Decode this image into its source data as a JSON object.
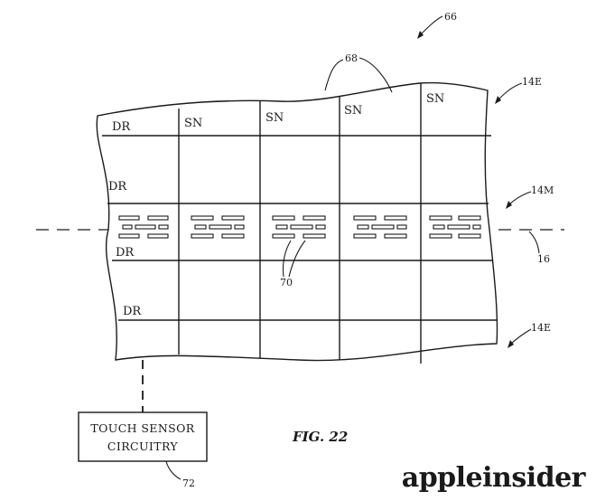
{
  "figure": {
    "caption": "FIG. 22",
    "refs": {
      "r66": "66",
      "r68": "68",
      "r14e_top": "14E",
      "r14m": "14M",
      "r16": "16",
      "r70": "70",
      "r14e_bottom": "14E",
      "r72": "72"
    },
    "labels": {
      "dr1": "DR",
      "dr2": "DR",
      "dr3": "DR",
      "dr4": "DR",
      "sn1": "SN",
      "sn2": "SN",
      "sn3": "SN",
      "sn4": "SN"
    },
    "box": {
      "line1": "TOUCH SENSOR",
      "line2": "CIRCUITRY"
    }
  },
  "watermark": "appleinsider"
}
